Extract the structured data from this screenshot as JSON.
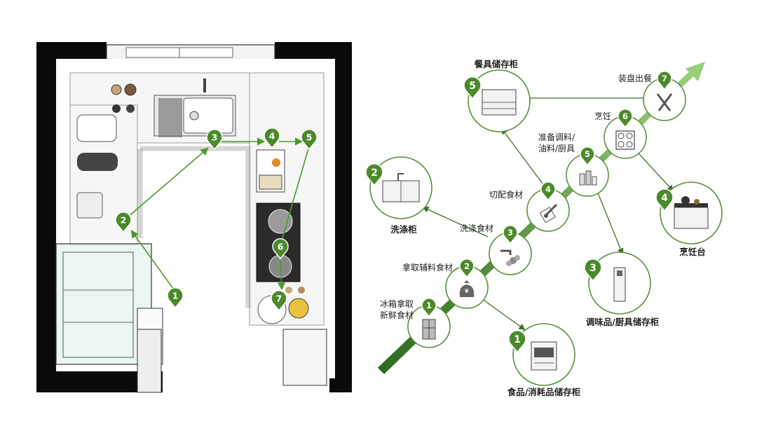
{
  "floorplan": {
    "markers": [
      {
        "num": "1"
      },
      {
        "num": "2"
      },
      {
        "num": "3"
      },
      {
        "num": "4"
      },
      {
        "num": "5"
      },
      {
        "num": "6"
      },
      {
        "num": "7"
      }
    ]
  },
  "workflow": {
    "steps": [
      {
        "num": "1",
        "label_lines": [
          "冰箱拿取",
          "新鲜食材"
        ],
        "icon": "fridge-icon"
      },
      {
        "num": "2",
        "label_lines": [
          "拿取辅料食材"
        ],
        "icon": "bag-icon"
      },
      {
        "num": "3",
        "label_lines": [
          "洗涤食材"
        ],
        "icon": "faucet-icon"
      },
      {
        "num": "4",
        "label_lines": [
          "切配食材"
        ],
        "icon": "knife-board-icon"
      },
      {
        "num": "5",
        "label_lines": [
          "准备调料/",
          "油料/厨具"
        ],
        "icon": "bottles-icon"
      },
      {
        "num": "6",
        "label_lines": [
          "烹饪"
        ],
        "icon": "stove-icon"
      },
      {
        "num": "7",
        "label_lines": [
          "装盘出餐"
        ],
        "icon": "cutlery-icon"
      }
    ],
    "cabinets": [
      {
        "num": "1",
        "label": "食品/消耗品储存柜",
        "icon": "oven-cabinet-icon"
      },
      {
        "num": "2",
        "label": "洗涤柜",
        "icon": "sink-cabinet-icon"
      },
      {
        "num": "3",
        "label": "调味品/厨具储存柜",
        "icon": "tall-pullout-icon"
      },
      {
        "num": "4",
        "label": "烹饪台",
        "icon": "cooktop-cabinet-icon"
      },
      {
        "num": "5",
        "label": "餐具储存柜",
        "icon": "drawer-cabinet-icon"
      }
    ]
  },
  "colors": {
    "accent": "#4a8a2a",
    "accent_light": "#8fc46a",
    "ring": "#5a8f3a",
    "wall": "#0a0a0a"
  }
}
